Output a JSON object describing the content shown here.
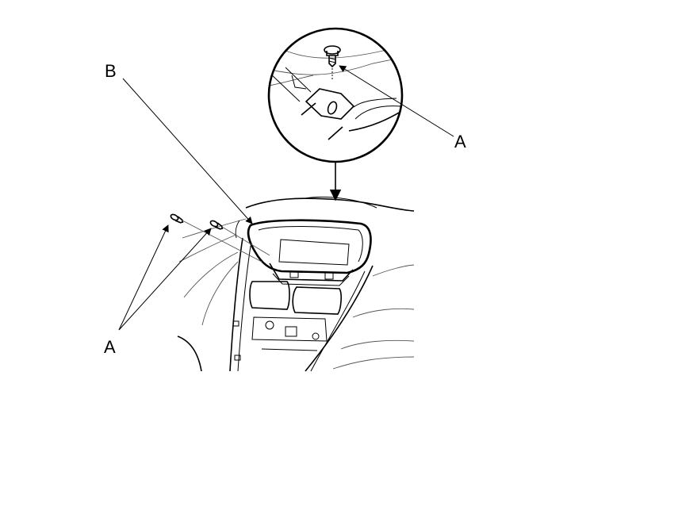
{
  "callouts": {
    "label_b": "B",
    "label_a_detail": "A",
    "label_a_main": "A"
  },
  "colors": {
    "line": "#000000",
    "background": "#ffffff"
  }
}
